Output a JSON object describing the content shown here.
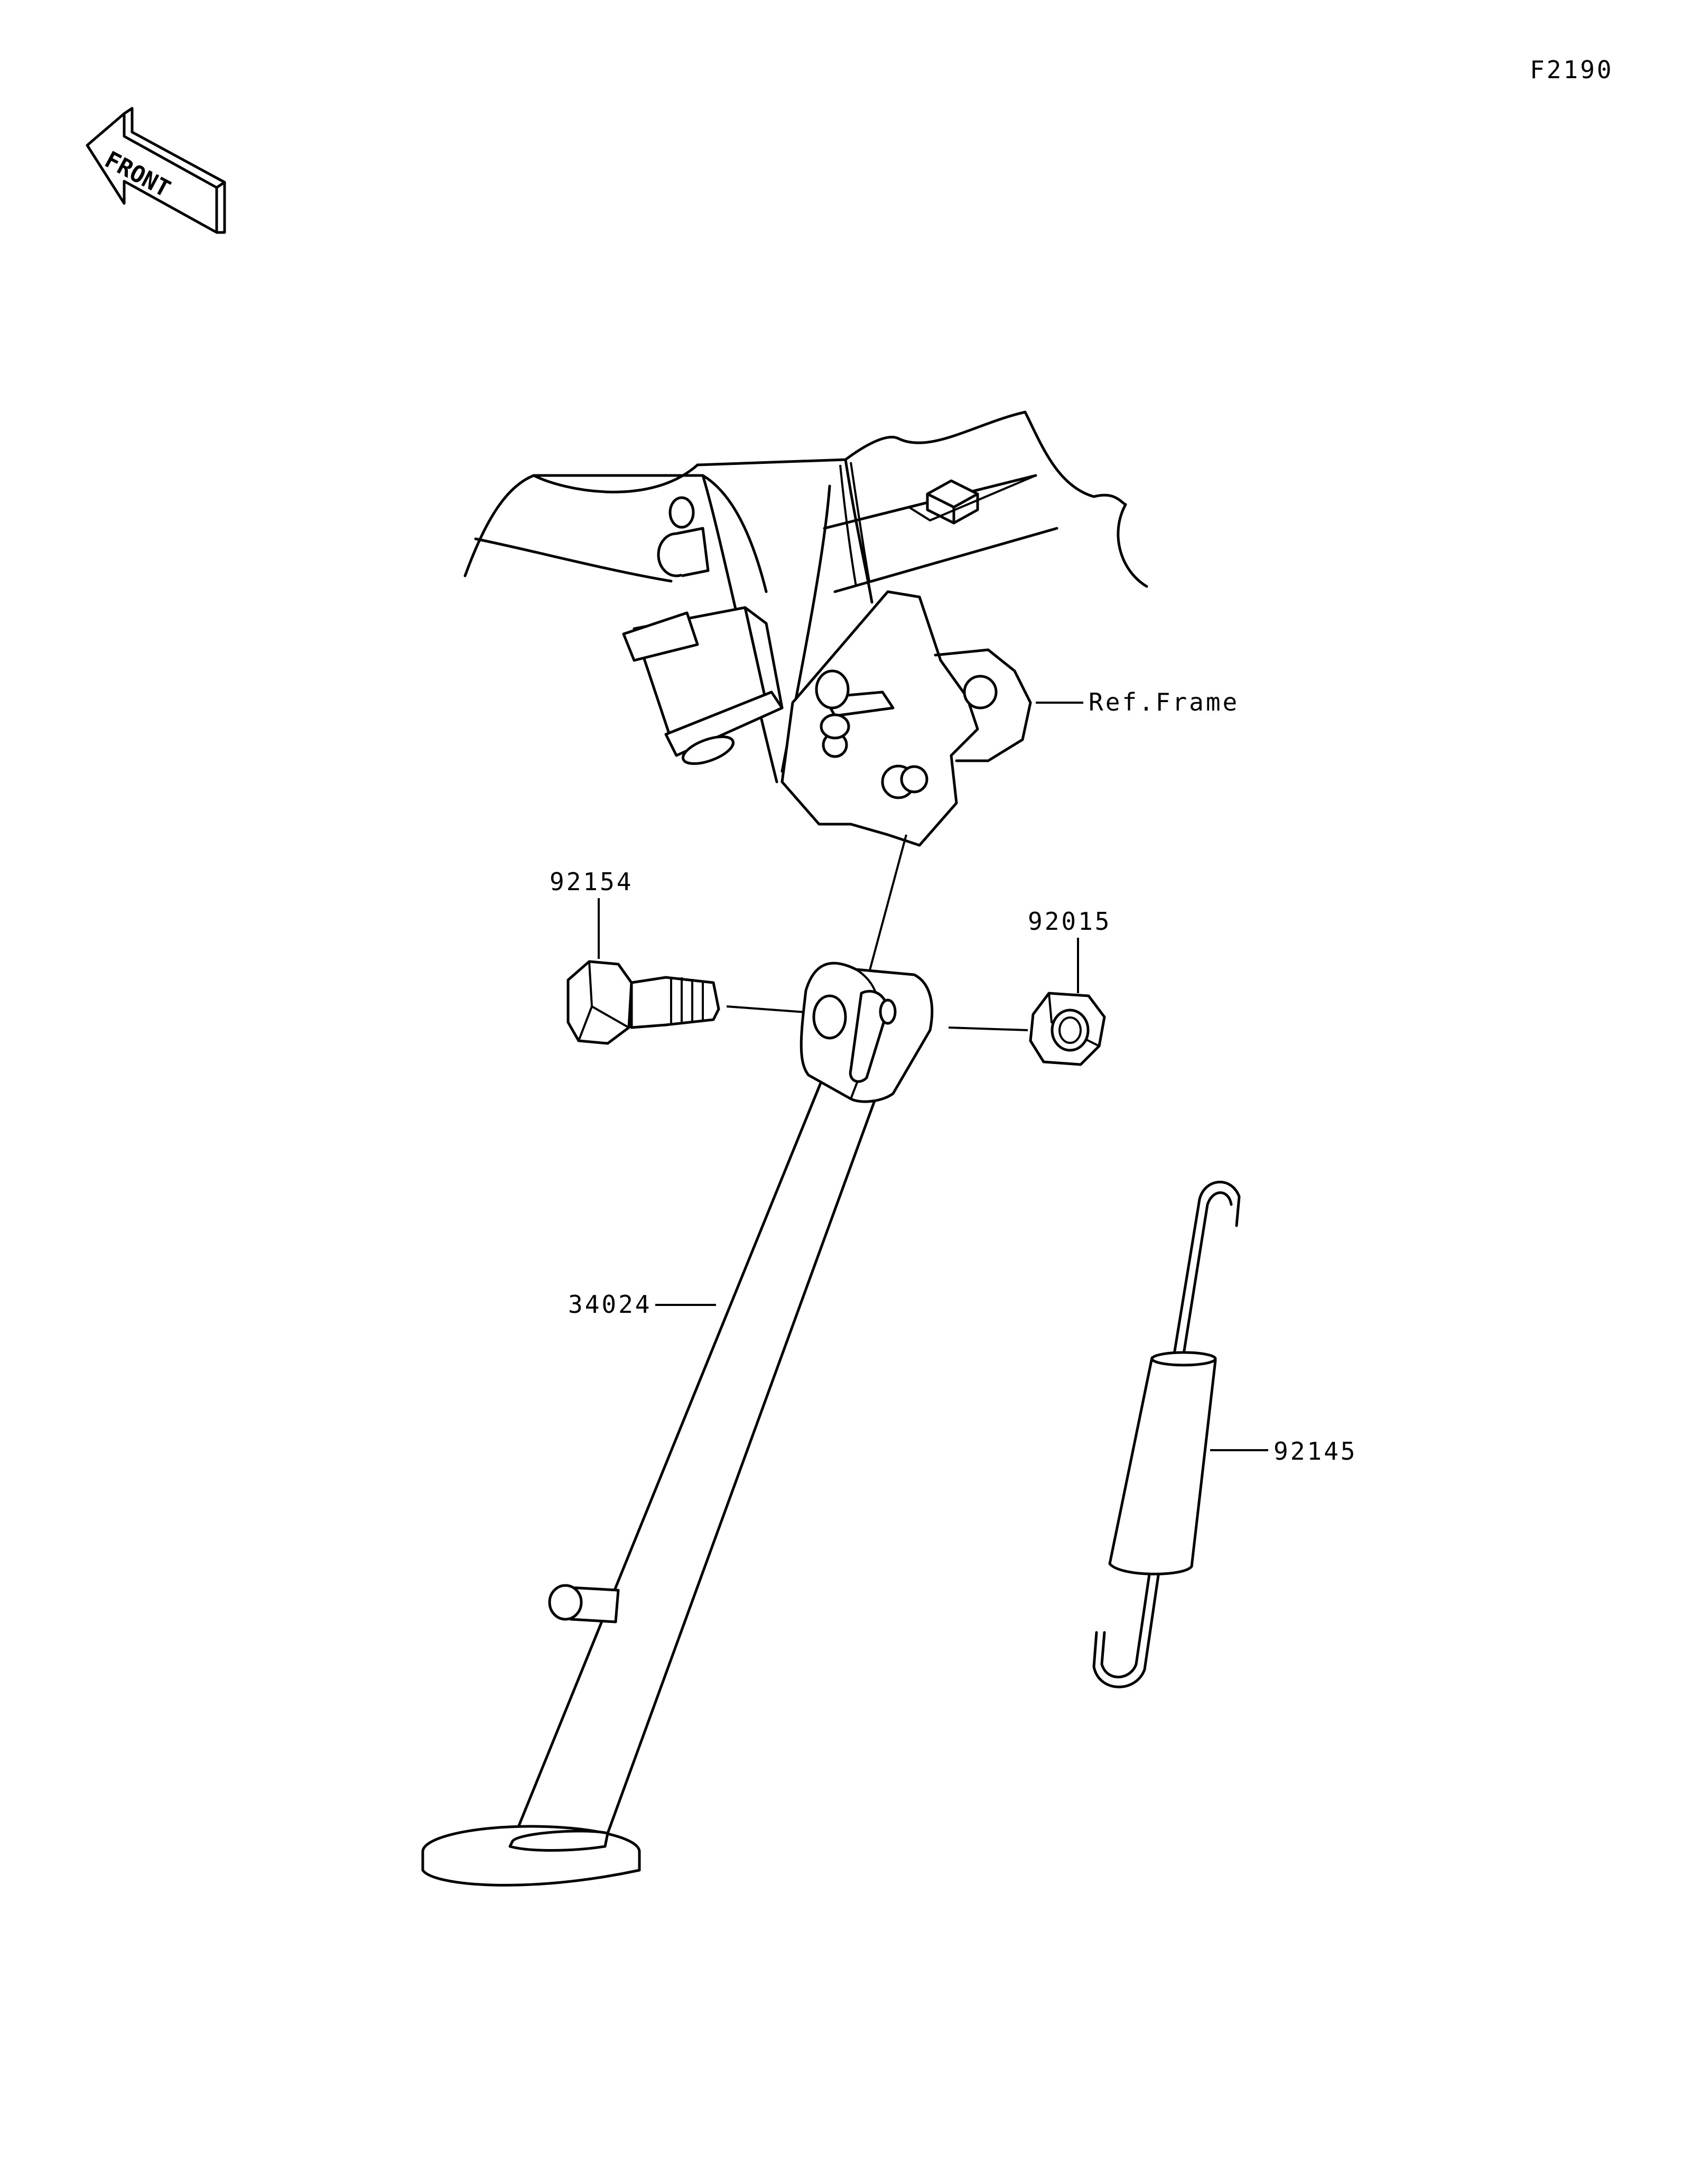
{
  "figure_code": "F2190",
  "front_indicator": {
    "text": "FRONT",
    "icon": "front-arrow-icon"
  },
  "reference_label": "Ref.Frame",
  "parts": [
    {
      "number": "92154",
      "part": "bolt"
    },
    {
      "number": "92015",
      "part": "nut"
    },
    {
      "number": "34024",
      "part": "stand"
    },
    {
      "number": "92145",
      "part": "spring"
    }
  ]
}
